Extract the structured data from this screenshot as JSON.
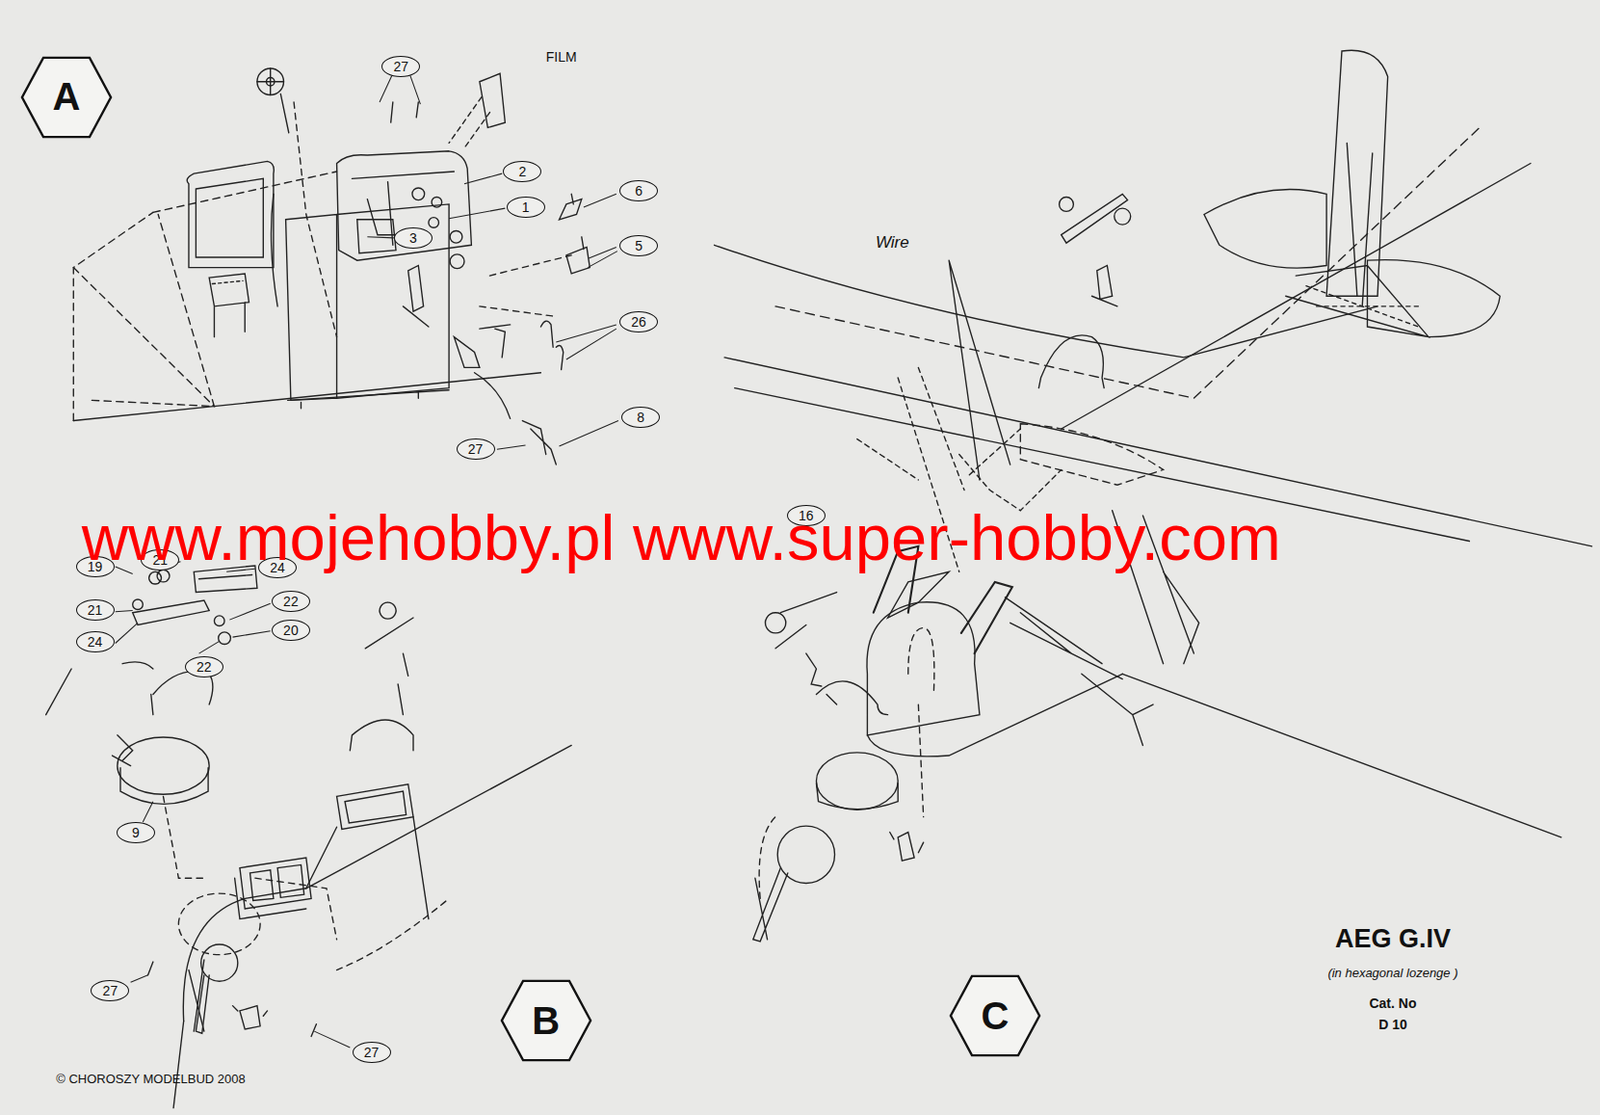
{
  "diagram": {
    "title": "AEG G.IV",
    "nodes": [
      {
        "text": [
          "A"
        ]
      },
      {
        "text": [
          "27"
        ]
      },
      {
        "text": [
          "2"
        ]
      },
      {
        "text": [
          "6"
        ]
      },
      {
        "text": [
          "1"
        ]
      },
      {
        "text": [
          "3"
        ]
      },
      {
        "text": [
          "5"
        ]
      },
      {
        "text": [
          "26"
        ]
      },
      {
        "text": [
          "8"
        ]
      },
      {
        "text": [
          "27"
        ]
      },
      {
        "text": [
          "19"
        ]
      },
      {
        "text": [
          "21"
        ]
      },
      {
        "text": [
          "24"
        ]
      },
      {
        "text": [
          "16"
        ]
      },
      {
        "text": [
          "22"
        ]
      },
      {
        "text": [
          "21"
        ]
      },
      {
        "text": [
          "20"
        ]
      },
      {
        "text": [
          "24"
        ]
      },
      {
        "text": [
          "22"
        ]
      },
      {
        "text": [
          "9"
        ]
      },
      {
        "text": [
          "27"
        ]
      },
      {
        "text": [
          "27"
        ]
      },
      {
        "text": [
          "B"
        ]
      },
      {
        "text": [
          "C"
        ]
      }
    ],
    "labels": [
      "FILM",
      "Wire",
      "www.mojehobby.pl www.super-hobby.com",
      "(in hexagonal lozenge )",
      "Cat. No",
      "D 10",
      "© CHOROSZY MODELBUD 2008"
    ]
  }
}
